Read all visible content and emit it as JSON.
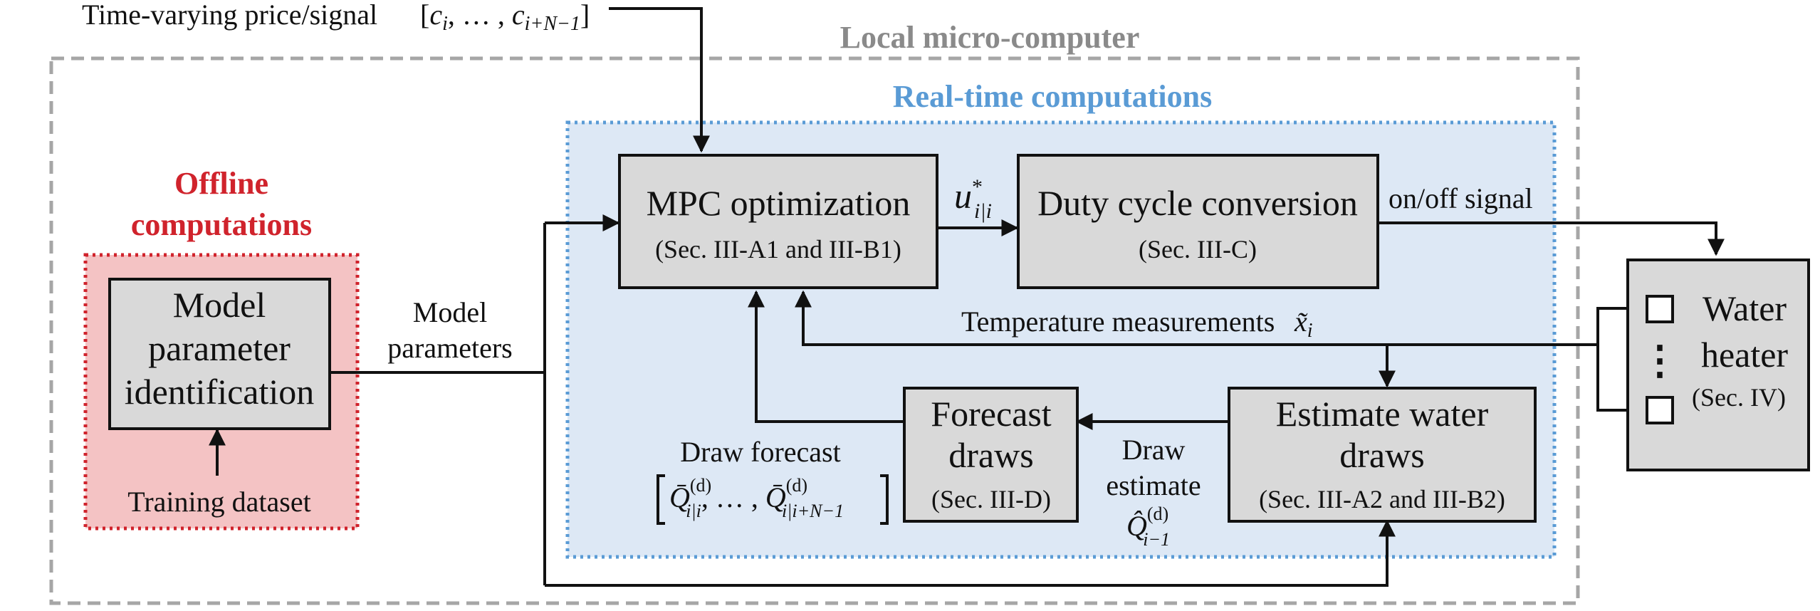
{
  "regions": {
    "local": "Local micro-computer",
    "realtime": "Real-time computations",
    "offline_line1": "Offline",
    "offline_line2": "computations"
  },
  "blocks": {
    "model_id": [
      "Model",
      "parameter",
      "identification"
    ],
    "mpc_title": "MPC optimization",
    "mpc_sec": "(Sec. III-A1 and III-B1)",
    "duty_title": "Duty cycle conversion",
    "duty_sec": "(Sec. III-C)",
    "forecast_title": [
      "Forecast",
      "draws"
    ],
    "forecast_sec": "(Sec. III-D)",
    "estimate_title": [
      "Estimate water",
      "draws"
    ],
    "estimate_sec": "(Sec. III-A2 and III-B2)",
    "heater_title": [
      "Water",
      "heater"
    ],
    "heater_sec": "(Sec. IV)",
    "heater_dots": "⋮"
  },
  "labels": {
    "price_signal": "Time-varying price/signal",
    "model_params": [
      "Model",
      "parameters"
    ],
    "training": "Training dataset",
    "onoff": "on/off signal",
    "temp_meas": "Temperature measurements",
    "draw_forecast": "Draw forecast",
    "draw_estimate": [
      "Draw",
      "estimate"
    ]
  },
  "math": {
    "price_vec": [
      "[",
      "c",
      "i",
      ", … , ",
      "c",
      "i+N−1",
      "]"
    ],
    "u": [
      "u",
      "*",
      "i|i"
    ],
    "x": [
      "x̃",
      "i"
    ],
    "forecast_vec": [
      "Q̄",
      "(d)",
      "i|i",
      ", … , ",
      "Q̄",
      "(d)",
      "i|i+N−1"
    ],
    "estimate_q": [
      "Q̂",
      "(d)",
      "i−1"
    ]
  }
}
